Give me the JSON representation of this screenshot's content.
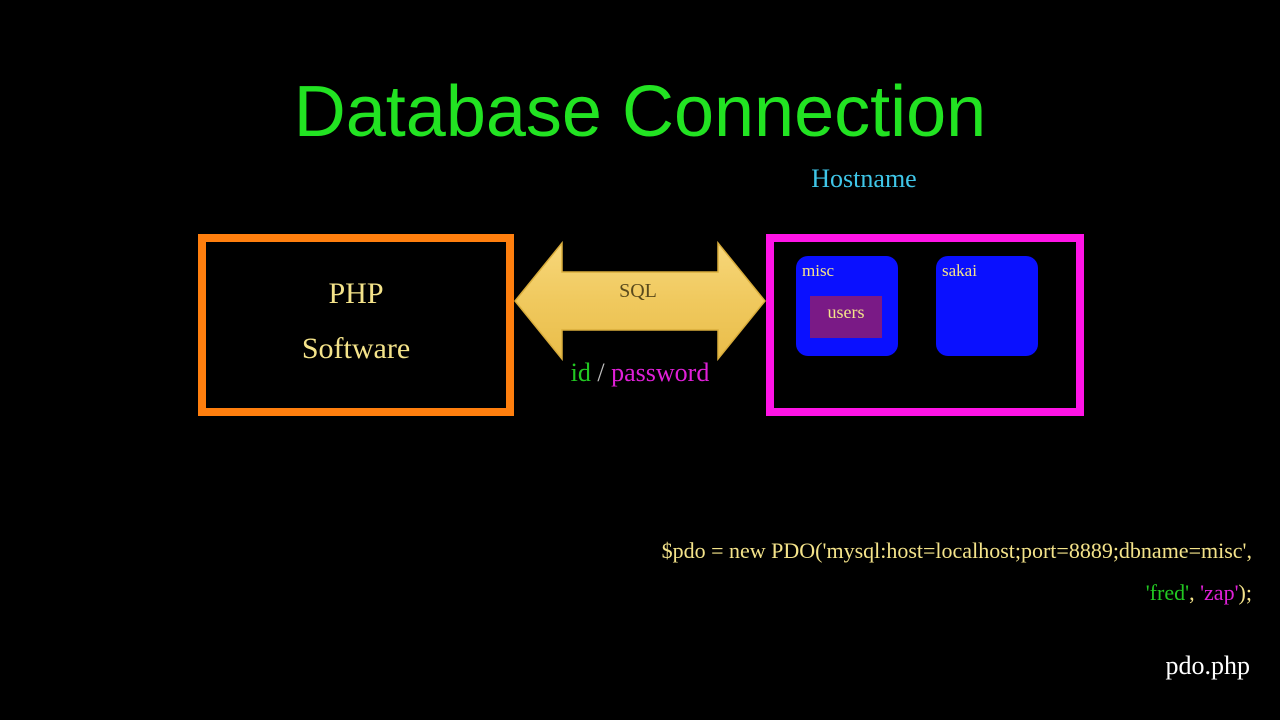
{
  "title": "Database Connection",
  "hostname_label": "Hostname",
  "php_box": {
    "line1": "PHP",
    "line2": "Software"
  },
  "arrow": {
    "label": "SQL"
  },
  "credentials": {
    "id": "id",
    "separator": "/",
    "password": "password"
  },
  "server": {
    "databases": [
      {
        "name": "misc",
        "tables": [
          "users"
        ]
      },
      {
        "name": "sakai",
        "tables": []
      }
    ]
  },
  "code": {
    "line1": "$pdo = new PDO('mysql:host=localhost;port=8889;dbname=misc',",
    "line2_user": "'fred'",
    "line2_sep": ", ",
    "line2_pass": "'zap'",
    "line2_end": ");"
  },
  "filename": "pdo.php",
  "colors": {
    "background": "#000000",
    "title": "#22e322",
    "hostname": "#3fc6e8",
    "php_border": "#ff7f0e",
    "server_border": "#ff14e6",
    "database_fill": "#0a10ff",
    "table_fill": "#7a1a86",
    "arrow_fill": "#f2cf6a",
    "text_yellow": "#f4e38a",
    "id_green": "#22c822",
    "password_magenta": "#e020d8"
  }
}
